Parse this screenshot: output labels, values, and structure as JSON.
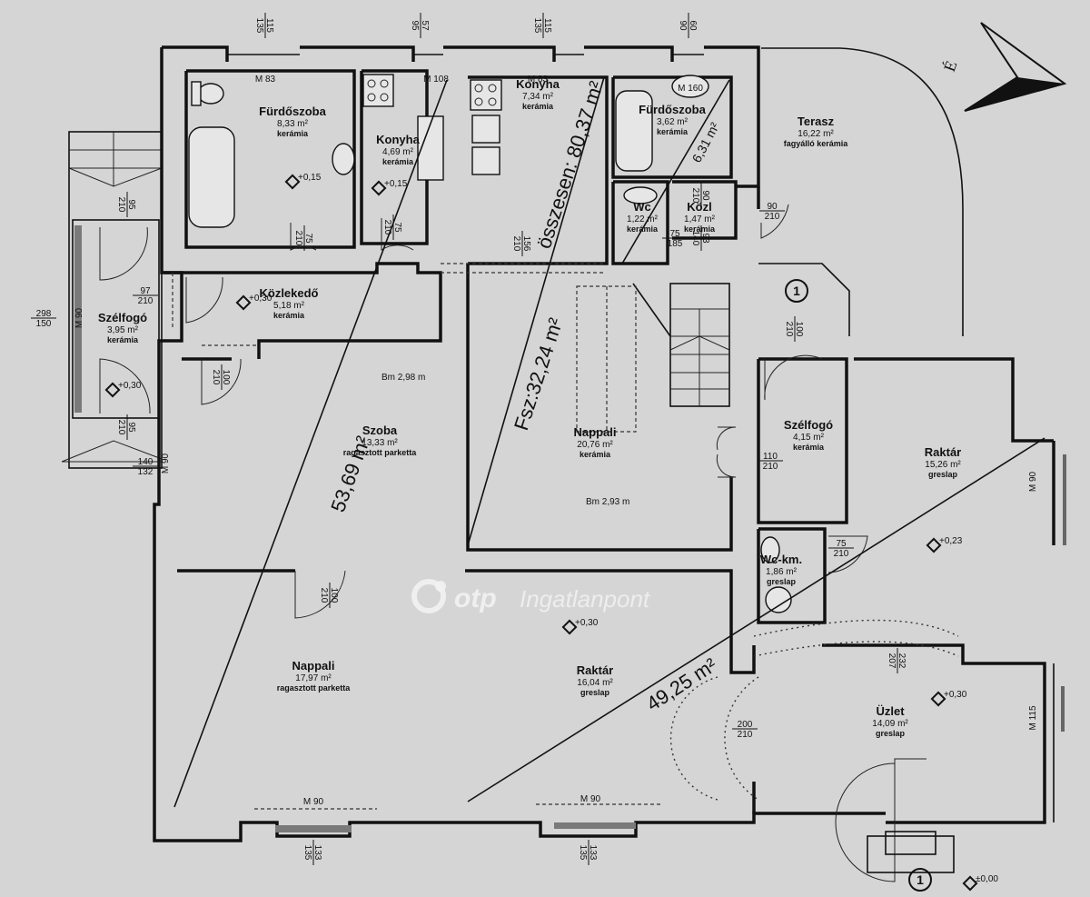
{
  "plan": {
    "compass_label": "É",
    "watermark": {
      "brand": "otp",
      "text": "Ingatlanpont"
    },
    "total_labels": {
      "total": "összesen: 80,37 m²",
      "ground": "Fsz:32,24 m²",
      "left_unit": "53,69 m²",
      "right_unit": "49,25 m²",
      "bath_unit": "6,31 m²"
    },
    "rooms": [
      {
        "id": "furdoszoba-1",
        "name": "Fürdőszoba",
        "area": "8,33 m²",
        "floor": "kerámia"
      },
      {
        "id": "konyha-1",
        "name": "Konyha",
        "area": "4,69 m²",
        "floor": "kerámia"
      },
      {
        "id": "konyha-2",
        "name": "Konyha",
        "area": "7,34 m²",
        "floor": "kerámia"
      },
      {
        "id": "furdoszoba-2",
        "name": "Fürdőszoba",
        "area": "3,62 m²",
        "floor": "kerámia"
      },
      {
        "id": "wc",
        "name": "Wc",
        "area": "1,22 m²",
        "floor": "kerámia"
      },
      {
        "id": "kozl",
        "name": "Közl",
        "area": "1,47 m²",
        "floor": "kerámia"
      },
      {
        "id": "terasz",
        "name": "Terasz",
        "area": "16,22 m²",
        "floor": "fagyálló kerámia"
      },
      {
        "id": "szelfogo-1",
        "name": "Szélfogó",
        "area": "3,95 m²",
        "floor": "kerámia"
      },
      {
        "id": "kozlekedo",
        "name": "Közlekedő",
        "area": "5,18 m²",
        "floor": "kerámia"
      },
      {
        "id": "szoba",
        "name": "Szoba",
        "area": "13,33 m²",
        "floor": "ragasztott parketta"
      },
      {
        "id": "nappali-1",
        "name": "Nappali",
        "area": "20,76 m²",
        "floor": "kerámia"
      },
      {
        "id": "szelfogo-2",
        "name": "Szélfogó",
        "area": "4,15 m²",
        "floor": "kerámia"
      },
      {
        "id": "raktar-1",
        "name": "Raktár",
        "area": "15,26 m²",
        "floor": "greslap"
      },
      {
        "id": "wc-km",
        "name": "Wc-km.",
        "area": "1,86 m²",
        "floor": "greslap"
      },
      {
        "id": "nappali-2",
        "name": "Nappali",
        "area": "17,97 m²",
        "floor": "ragasztott parketta"
      },
      {
        "id": "raktar-2",
        "name": "Raktár",
        "area": "16,04 m²",
        "floor": "greslap"
      },
      {
        "id": "uzlet",
        "name": "Üzlet",
        "area": "14,09 m²",
        "floor": "greslap"
      }
    ],
    "room_heights": [
      "Bm 2,98 m",
      "Bm 2,93 m"
    ],
    "levels": [
      "+0,15",
      "+0,15",
      "+0,30",
      "+0,30",
      "+0,23",
      "+0,30",
      "+0,30",
      "±0,00"
    ],
    "window_marks": [
      "M 83",
      "M 108",
      "M 83",
      "M 160",
      "M 90",
      "M 90",
      "M 90",
      "M 90",
      "M 90",
      "M 115"
    ],
    "top_dims": [
      {
        "a": "115",
        "b": "135"
      },
      {
        "a": "57",
        "b": "95"
      },
      {
        "a": "115",
        "b": "135"
      },
      {
        "a": "60",
        "b": "90"
      }
    ],
    "bottom_dims": [
      {
        "a": "133",
        "b": "135"
      },
      {
        "a": "133",
        "b": "135"
      }
    ],
    "door_dims": [
      {
        "a": "95",
        "b": "210"
      },
      {
        "a": "97",
        "b": "210"
      },
      {
        "a": "298",
        "b": "150"
      },
      {
        "a": "95",
        "b": "210"
      },
      {
        "a": "140",
        "b": "132"
      },
      {
        "a": "75",
        "b": "210"
      },
      {
        "a": "75",
        "b": "210"
      },
      {
        "a": "156",
        "b": "210"
      },
      {
        "a": "100",
        "b": "210"
      },
      {
        "a": "90",
        "b": "210"
      },
      {
        "a": "75",
        "b": "185"
      },
      {
        "a": "93",
        "b": "140"
      },
      {
        "a": "90",
        "b": "210"
      },
      {
        "a": "100",
        "b": "210"
      },
      {
        "a": "110",
        "b": "210"
      },
      {
        "a": "75",
        "b": "210"
      },
      {
        "a": "100",
        "b": "210"
      },
      {
        "a": "232",
        "b": "207"
      },
      {
        "a": "200",
        "b": "210"
      }
    ],
    "section_marker": "1"
  }
}
